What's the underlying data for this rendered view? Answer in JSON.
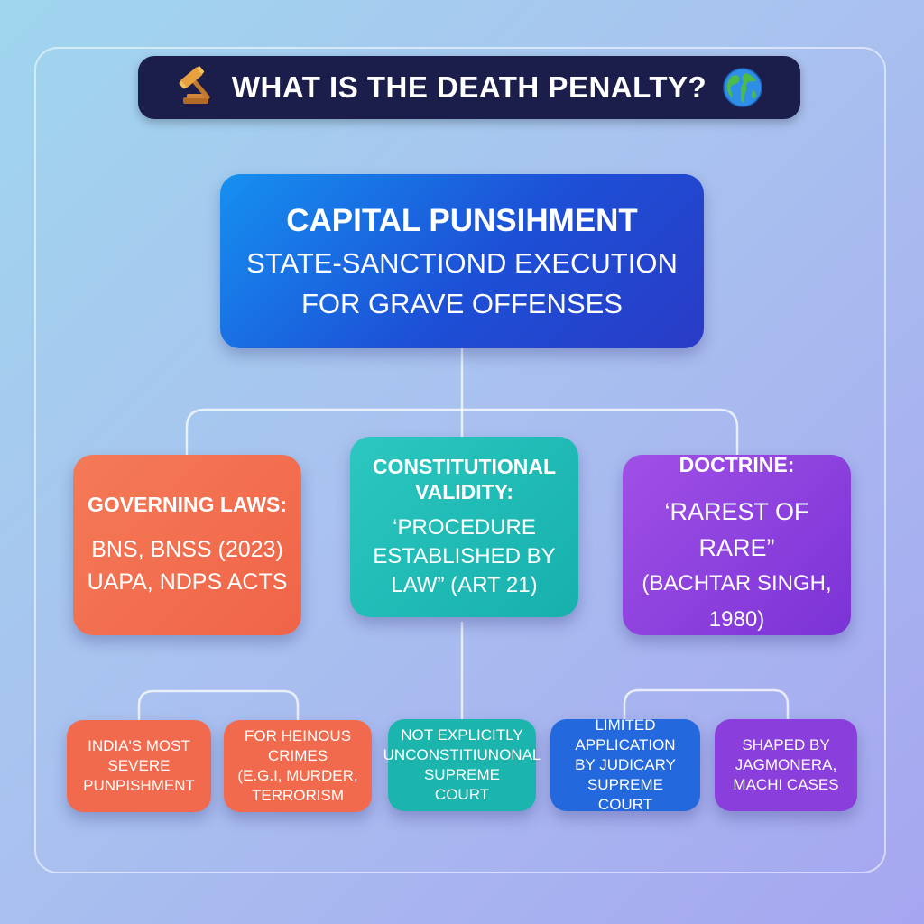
{
  "title": {
    "text": "WHAT IS THE DEATH PENALTY?",
    "left_icon": "gavel-icon",
    "right_icon": "globe-icon"
  },
  "root": {
    "heading": "CAPITAL PUNSIHMENT",
    "line1": "STATE-SANCTIOND EXECUTION",
    "line2": "FOR GRAVE OFFENSES"
  },
  "branches": [
    {
      "label": "GOVERNING LAWS:",
      "lines": [
        "BNS, BNSS (2023)",
        "UAPA, NDPS ACTS"
      ],
      "color": "#f06448"
    },
    {
      "label_lines": [
        "CONSTITUTIONAL",
        "VALIDITY:"
      ],
      "lines": [
        "‘PROCEDURE",
        "ESTABLISHED BY",
        "LAW” (ART 21)"
      ],
      "color": "#1fb9b3"
    },
    {
      "label": "DOCTRINE:",
      "lines": [
        "‘RAREST OF RARE”",
        "(BACHTAR SINGH, 1980)"
      ],
      "color": "#8a3fdc"
    }
  ],
  "leaves": [
    {
      "lines": [
        "INDIA'S MOST",
        "SEVERE",
        "PUNPISHMENT"
      ],
      "color": "#f26a4d"
    },
    {
      "lines": [
        "FOR HEINOUS CRIMES",
        "(E.G.I, MURDER,",
        "TERRORISM"
      ],
      "color": "#f26a4d"
    },
    {
      "lines": [
        "NOT EXPLICITLY",
        "UNCONSTITIUNONAL",
        "SUPREME COURT"
      ],
      "color": "#1cb5ae"
    },
    {
      "lines": [
        "LIMITED APPLICATION",
        "BY JUDICARY",
        "SUPREME COURT"
      ],
      "color": "#2468dd"
    },
    {
      "lines": [
        "SHAPED BY",
        "JAGMONERA,",
        "MACHI CASES"
      ],
      "color": "#8a3fdc"
    }
  ],
  "colors": {
    "title_bg": "#1b1d4a",
    "root_bg": "#1d4fd6",
    "connector": "#ffffff"
  }
}
